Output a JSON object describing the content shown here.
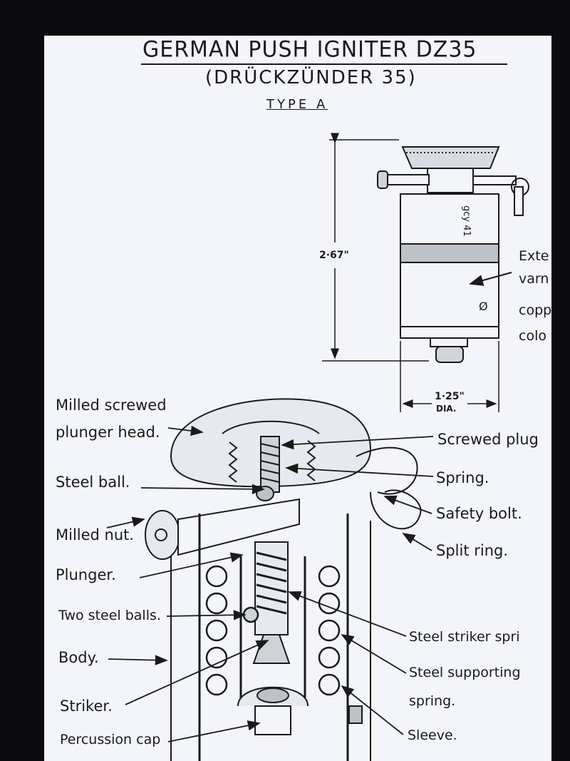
{
  "title": "GERMAN PUSH IGNITER DZ35",
  "subtitle": "(DRÜCKZÜNDER 35)",
  "type_label": "TYPE A",
  "dimensions": {
    "height": "2·67\"",
    "diameter": "1·25\"",
    "diameter_unit": "DIA."
  },
  "body_markings": {
    "code": "gcy 41",
    "symbol": "Ø"
  },
  "external_note": [
    "Exte",
    "varn",
    "copp",
    "colo"
  ],
  "left_labels": {
    "plunger_head_1": "Milled screwed",
    "plunger_head_2": "plunger head.",
    "steel_ball": "Steel ball.",
    "milled_nut": "Milled nut.",
    "plunger": "Plunger.",
    "two_steel_balls": "Two steel balls.",
    "body": "Body.",
    "striker": "Striker.",
    "percussion_cap": "Percussion cap"
  },
  "right_labels": {
    "screwed_plug": "Screwed plug",
    "spring": "Spring.",
    "safety_bolt": "Safety bolt.",
    "split_ring": "Split ring.",
    "striker_spring": "Steel striker spri",
    "supporting_spring_1": "Steel supporting",
    "supporting_spring_2": "spring.",
    "sleeve": "Sleeve."
  }
}
